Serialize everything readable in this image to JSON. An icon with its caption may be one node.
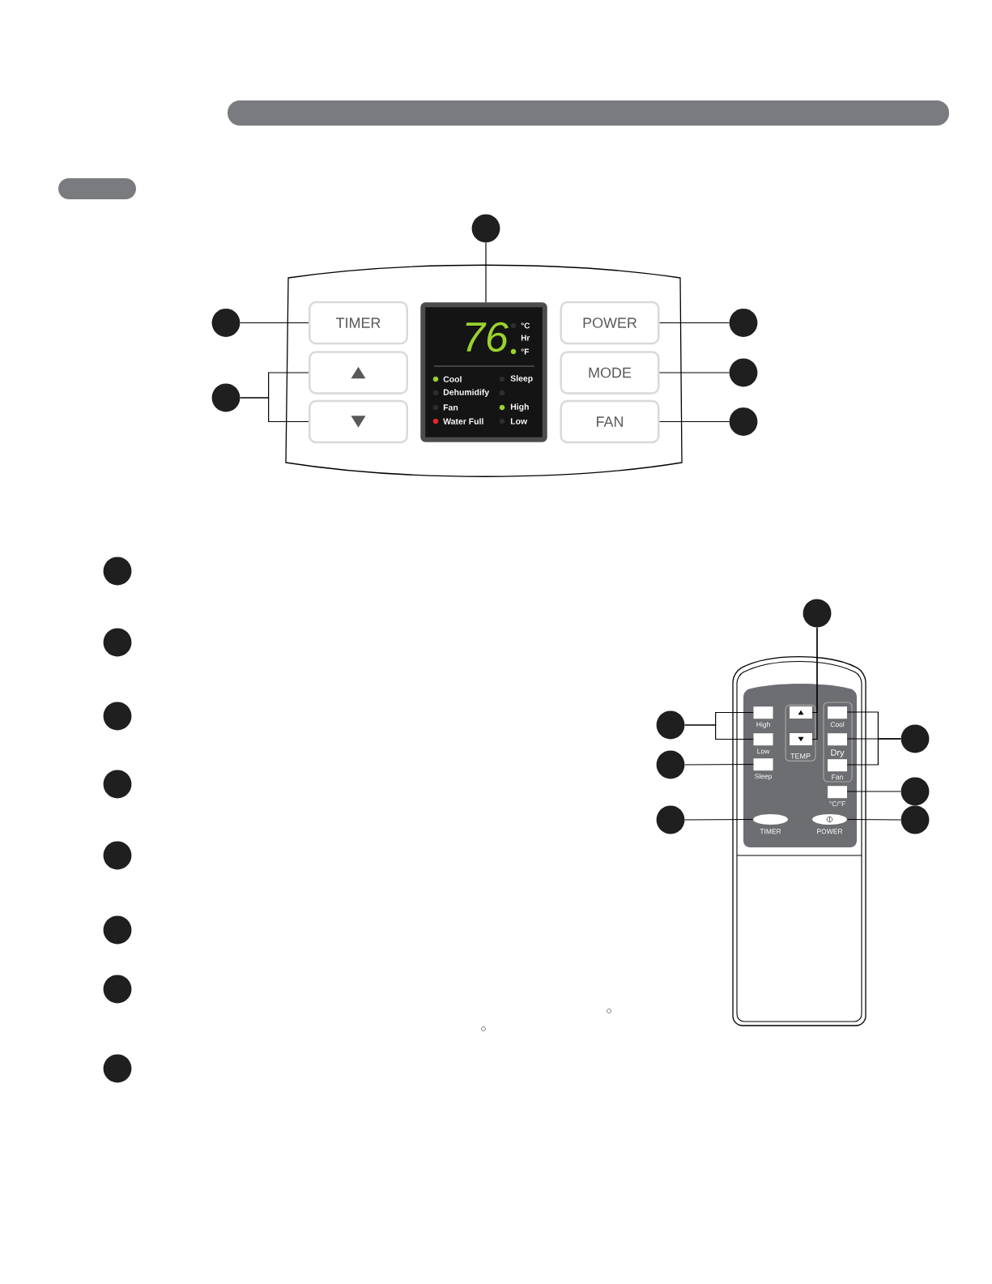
{
  "diagram": {
    "nodes": [
      {
        "text": [
          "TIMER"
        ]
      },
      {
        "text": [],
        "shape": "box"
      },
      {
        "text": [],
        "shape": "box"
      },
      {
        "text": [
          "POWER"
        ]
      },
      {
        "text": [
          "MODE"
        ]
      },
      {
        "text": [
          "FAN"
        ]
      },
      {
        "text": [
          "76",
          "°C",
          "Hr",
          "°F",
          "Cool",
          "Sleep",
          "Dehumidify",
          "Fan",
          "High",
          "Water Full",
          "Low"
        ]
      },
      {
        "text": [],
        "shape": "circle"
      },
      {
        "text": [],
        "shape": "circle"
      },
      {
        "text": [],
        "shape": "circle"
      },
      {
        "text": [],
        "shape": "circle"
      },
      {
        "text": [],
        "shape": "circle"
      },
      {
        "text": [],
        "shape": "circle"
      },
      {
        "text": [],
        "shape": "circle"
      },
      {
        "text": [],
        "shape": "circle"
      },
      {
        "text": [],
        "shape": "circle"
      },
      {
        "text": [],
        "shape": "circle"
      },
      {
        "text": [],
        "shape": "circle"
      },
      {
        "text": [],
        "shape": "circle"
      },
      {
        "text": [],
        "shape": "circle"
      },
      {
        "text": [],
        "shape": "circle"
      },
      {
        "text": [
          "High"
        ]
      },
      {
        "text": [
          "Low"
        ]
      },
      {
        "text": [
          "Sleep"
        ]
      },
      {
        "text": [
          "TEMP"
        ]
      },
      {
        "text": [],
        "shape": "box",
        "in": 24
      },
      {
        "text": [],
        "shape": "box",
        "in": 24
      },
      {
        "text": [
          "Cool"
        ]
      },
      {
        "text": [
          "Dry"
        ]
      },
      {
        "text": [
          "Fan"
        ]
      },
      {
        "text": [
          "°C/°F"
        ]
      },
      {
        "text": [
          "TIMER"
        ]
      },
      {
        "text": [
          "POWER"
        ]
      },
      {
        "text": [],
        "shape": "circle"
      },
      {
        "text": [],
        "shape": "circle"
      },
      {
        "text": [],
        "shape": "circle"
      },
      {
        "text": [],
        "shape": "circle"
      },
      {
        "text": [],
        "shape": "circle"
      },
      {
        "text": [],
        "shape": "circle"
      },
      {
        "text": [],
        "shape": "circle"
      }
    ],
    "edges": [
      {
        "from": 7,
        "to": 6,
        "arrow": "none"
      },
      {
        "from": 8,
        "to": 0,
        "arrow": "none"
      },
      {
        "from": 9,
        "to": 1,
        "arrow": "none"
      },
      {
        "from": 9,
        "to": 2,
        "arrow": "none"
      },
      {
        "from": 10,
        "to": 3,
        "arrow": "none"
      },
      {
        "from": 11,
        "to": 4,
        "arrow": "none"
      },
      {
        "from": 12,
        "to": 5,
        "arrow": "none"
      },
      {
        "from": 33,
        "to": 25,
        "arrow": "none"
      },
      {
        "from": 33,
        "to": 26,
        "arrow": "none"
      },
      {
        "from": 34,
        "to": 21,
        "arrow": "none"
      },
      {
        "from": 34,
        "to": 22,
        "arrow": "none"
      },
      {
        "from": 35,
        "to": 23,
        "arrow": "none"
      },
      {
        "from": 36,
        "to": 31,
        "arrow": "none"
      },
      {
        "from": 37,
        "to": 27,
        "arrow": "none"
      },
      {
        "from": 37,
        "to": 28,
        "arrow": "none"
      },
      {
        "from": 37,
        "to": 29,
        "arrow": "none"
      },
      {
        "from": 38,
        "to": 30,
        "arrow": "none"
      },
      {
        "from": 39,
        "to": 32,
        "arrow": "none"
      }
    ]
  }
}
